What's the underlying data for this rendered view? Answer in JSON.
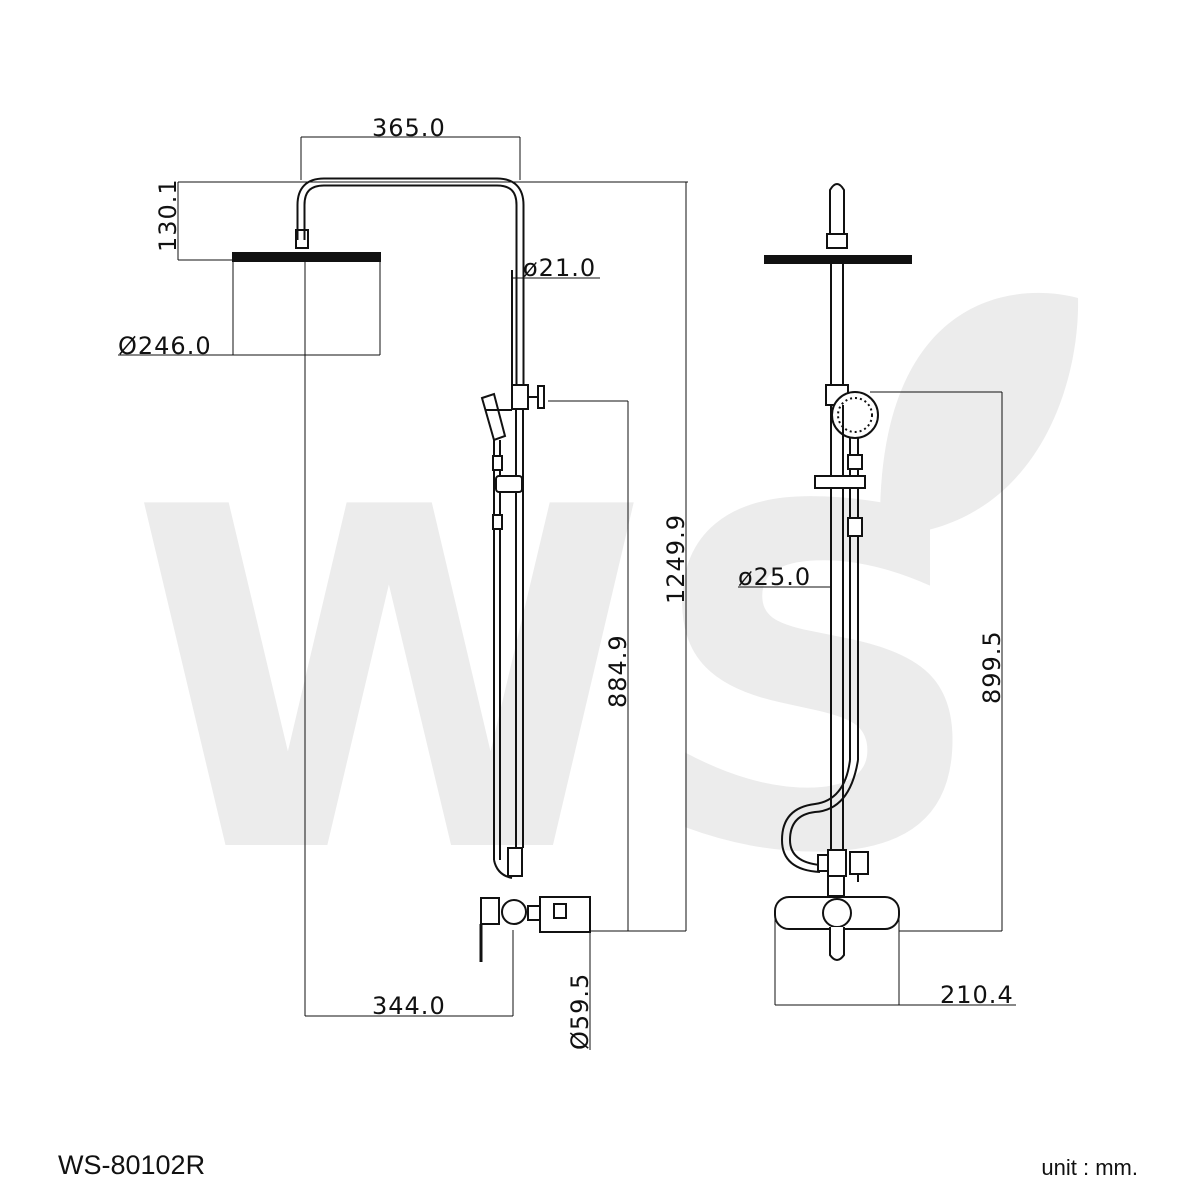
{
  "watermark": {
    "text": "WS",
    "registered": "®",
    "color": "#ececec"
  },
  "line_color": "#111111",
  "front_view": {
    "dims": {
      "arm_width": "365.0",
      "arm_drop": "130.1",
      "head_diameter": "Ø246.0",
      "pipe_diameter": "ø21.0",
      "overall_height": "1249.9",
      "outlet_height": "884.9",
      "wall_offset": "344.0",
      "flange_diameter": "Ø59.5"
    }
  },
  "side_view": {
    "dims": {
      "pipe_diameter": "ø25.0",
      "handshower_height": "899.5",
      "mixer_depth": "210.4"
    }
  },
  "footer": {
    "model": "WS-80102R",
    "unit": "unit : mm."
  }
}
